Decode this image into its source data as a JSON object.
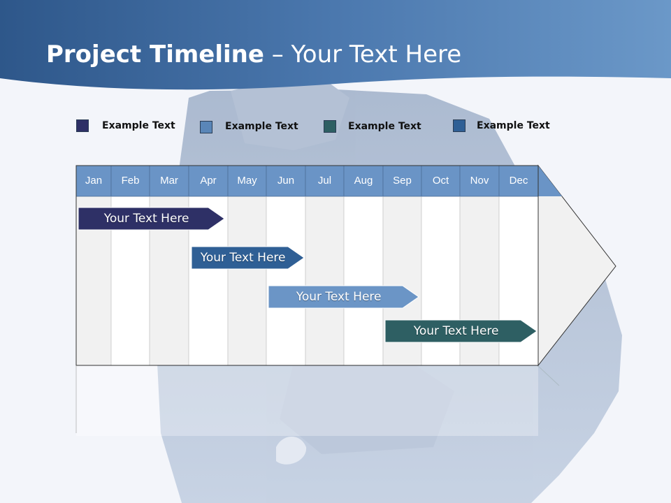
{
  "title": {
    "bold": "Project Timeline",
    "regular": " – Your Text Here"
  },
  "legend": [
    {
      "label": "Example Text",
      "color": "#2e3066"
    },
    {
      "label": "Example Text",
      "color": "#5a86b8"
    },
    {
      "label": "Example Text",
      "color": "#2e5f63"
    },
    {
      "label": "Example Text",
      "color": "#2f5f95"
    }
  ],
  "months": [
    "Jan",
    "Feb",
    "Mar",
    "Apr",
    "May",
    "Jun",
    "Jul",
    "Aug",
    "Sep",
    "Oct",
    "Nov",
    "Dec"
  ],
  "tasks": [
    {
      "label": "Your  Text Here",
      "color": "#2e3066"
    },
    {
      "label": "Your  Text Here",
      "color": "#2f5f95"
    },
    {
      "label": "Your  Text Here",
      "color": "#6b95c6"
    },
    {
      "label": "Your  Text Here",
      "color": "#2e5f63"
    }
  ],
  "colors": {
    "header_band": "#4a74a8",
    "month_header": "#6a94c6",
    "grid_alt": "#f1f1f1"
  }
}
